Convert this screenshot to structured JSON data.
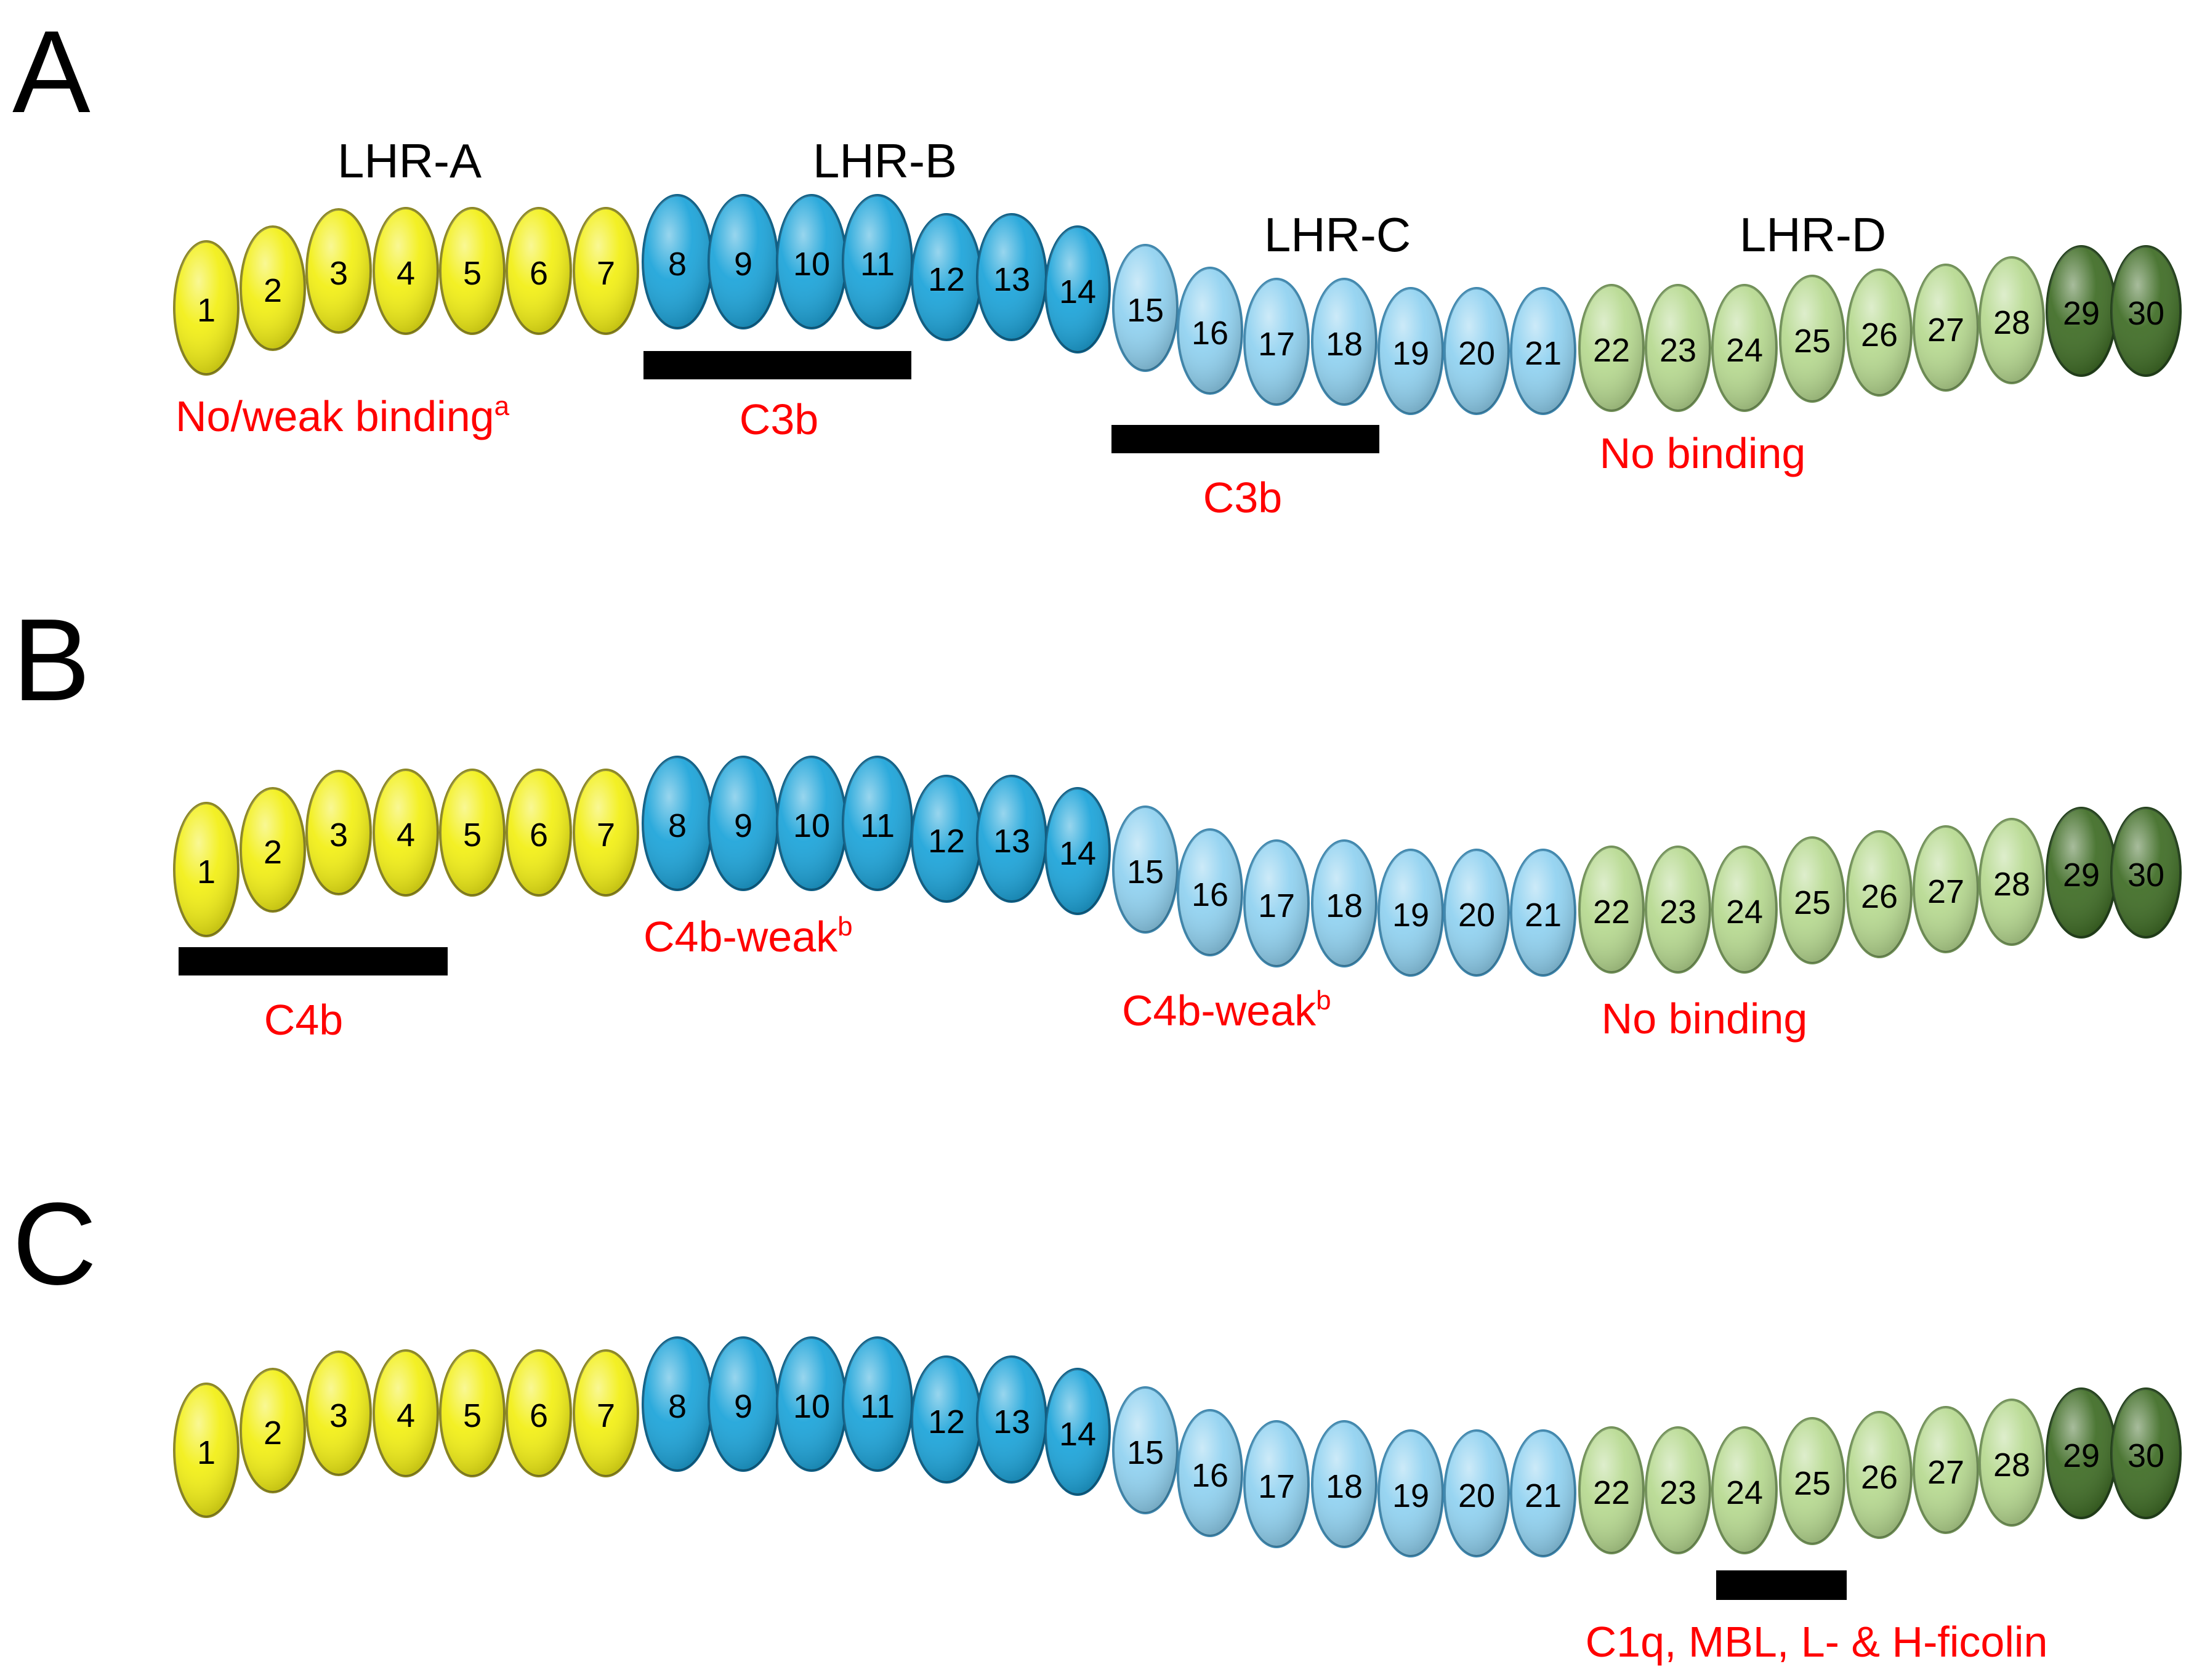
{
  "domain_colors": {
    "yellow": "#f2ef12",
    "blue": "#1aa3d9",
    "light_blue": "#8fd1f0",
    "light_green": "#b6d98f",
    "dark_green": "#3d6b23"
  },
  "domains": {
    "numbers": [
      "1",
      "2",
      "3",
      "4",
      "5",
      "6",
      "7",
      "8",
      "9",
      "10",
      "11",
      "12",
      "13",
      "14",
      "15",
      "16",
      "17",
      "18",
      "19",
      "20",
      "21",
      "22",
      "23",
      "24",
      "25",
      "26",
      "27",
      "28",
      "29",
      "30"
    ],
    "color_keys": [
      "yellow",
      "yellow",
      "yellow",
      "yellow",
      "yellow",
      "yellow",
      "yellow",
      "blue",
      "blue",
      "blue",
      "blue",
      "blue",
      "blue",
      "blue",
      "light_blue",
      "light_blue",
      "light_blue",
      "light_blue",
      "light_blue",
      "light_blue",
      "light_blue",
      "light_green",
      "light_green",
      "light_green",
      "light_green",
      "light_green",
      "light_green",
      "light_green",
      "dark_green",
      "dark_green"
    ]
  },
  "panels": [
    {
      "letter": "A",
      "region_labels": [
        "LHR-A",
        "LHR-B",
        "LHR-C",
        "LHR-D"
      ],
      "bars": [
        {
          "from_domain": 8,
          "to_domain": 11
        },
        {
          "from_domain": 15,
          "to_domain": 18
        }
      ],
      "binding_labels": [
        {
          "text": "No/weak binding",
          "sup": "a"
        },
        {
          "text": "C3b",
          "sup": ""
        },
        {
          "text": "C3b",
          "sup": ""
        },
        {
          "text": "No binding",
          "sup": ""
        }
      ]
    },
    {
      "letter": "B",
      "region_labels": [],
      "bars": [
        {
          "from_domain": 1,
          "to_domain": 4
        }
      ],
      "binding_labels": [
        {
          "text": "C4b",
          "sup": ""
        },
        {
          "text": "C4b-weak",
          "sup": "b"
        },
        {
          "text": "C4b-weak",
          "sup": "b"
        },
        {
          "text": "No binding",
          "sup": ""
        }
      ]
    },
    {
      "letter": "C",
      "region_labels": [],
      "bars": [
        {
          "from_domain": 24,
          "to_domain": 25
        }
      ],
      "binding_labels": [
        {
          "text": "C1q, MBL, L- & H-ficolin",
          "sup": ""
        }
      ]
    }
  ]
}
